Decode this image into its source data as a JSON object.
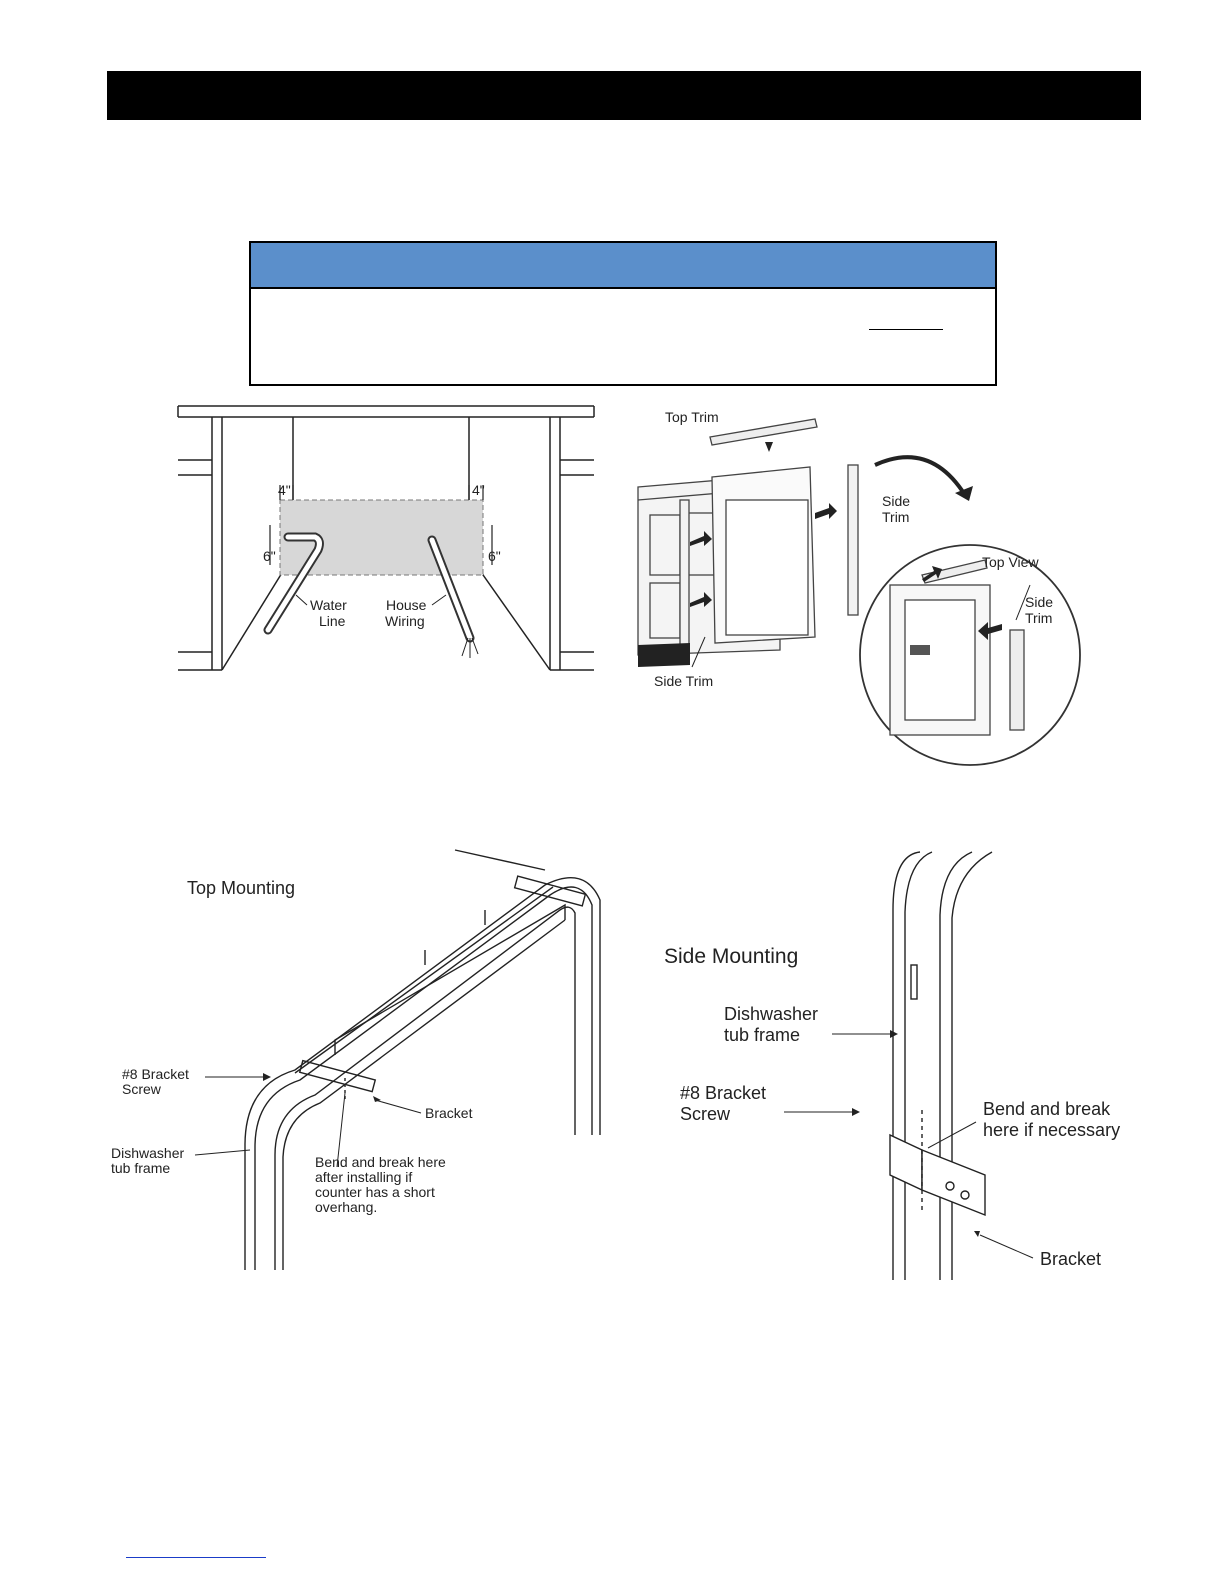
{
  "figure_cabinet": {
    "dim_left_top": "4\"",
    "dim_left_side": "6\"",
    "dim_right_top": "4\"",
    "dim_right_side": "6\"",
    "water_line_1": "Water",
    "water_line_2": "Line",
    "house_wiring_1": "House",
    "house_wiring_2": "Wiring"
  },
  "figure_trim": {
    "top_trim": "Top Trim",
    "side_trim_1": "Side",
    "side_trim_2": "Trim",
    "top_view": "Top View",
    "inset_side_trim_1": "Side",
    "inset_side_trim_2": "Trim",
    "side_trim_bottom": "Side Trim"
  },
  "figure_top_mounting": {
    "title": "Top Mounting",
    "screw_1": "#8 Bracket",
    "screw_2": "Screw",
    "bracket": "Bracket",
    "frame_1": "Dishwasher",
    "frame_2": "tub frame",
    "note_1": "Bend and break here",
    "note_2": "after installing if",
    "note_3": "counter has a short",
    "note_4": "overhang."
  },
  "figure_side_mounting": {
    "title": "Side Mounting",
    "frame_1": "Dishwasher",
    "frame_2": "tub frame",
    "screw_1": "#8 Bracket",
    "screw_2": "Screw",
    "note_1": "Bend and break",
    "note_2": "here if necessary",
    "bracket": "Bracket"
  }
}
